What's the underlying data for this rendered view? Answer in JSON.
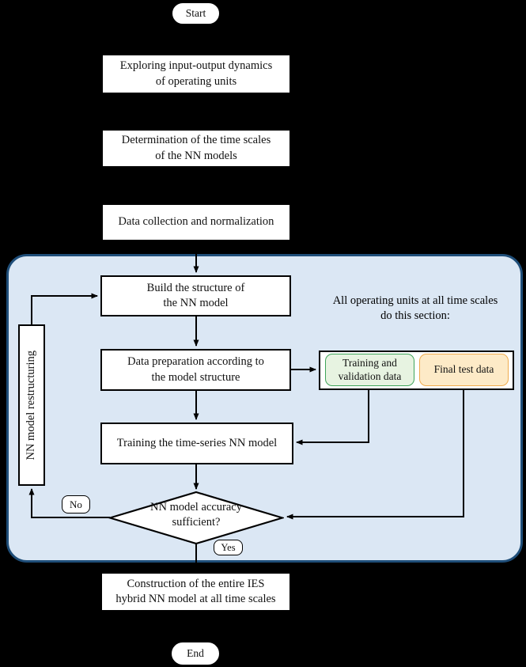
{
  "flow": {
    "start_label": "Start",
    "end_label": "End",
    "boxes": {
      "exploring": "Exploring input-output dynamics\nof operating units",
      "time_scales": "Determination of the time scales\nof the NN models",
      "data_collection": "Data collection and normalization",
      "build": "Build the structure of\nthe NN model",
      "data_prep": "Data preparation according to\nthe model structure",
      "training": "Training the time-series NN model",
      "construction": "Construction of the entire  IES\nhybrid NN model at all time scales",
      "restructuring": "NN model restructuring"
    },
    "decision": {
      "label": "NN model accuracy\nsufficient?",
      "no_label": "No",
      "yes_label": "Yes"
    },
    "section": {
      "note": "All operating units at all time scales\ndo this section:",
      "training_validation_data": "Training and\nvalidation data",
      "final_test_data": "Final test data"
    },
    "colors": {
      "background": "#000000",
      "section_fill": "#dbe7f4",
      "section_border": "#1f4e79",
      "node_fill": "#ffffff",
      "node_border": "#000000",
      "training_data_fill": "#e7f3e1",
      "training_data_border": "#3fa45a",
      "test_data_fill": "#fdeac7",
      "test_data_border": "#f0ac4e"
    }
  }
}
